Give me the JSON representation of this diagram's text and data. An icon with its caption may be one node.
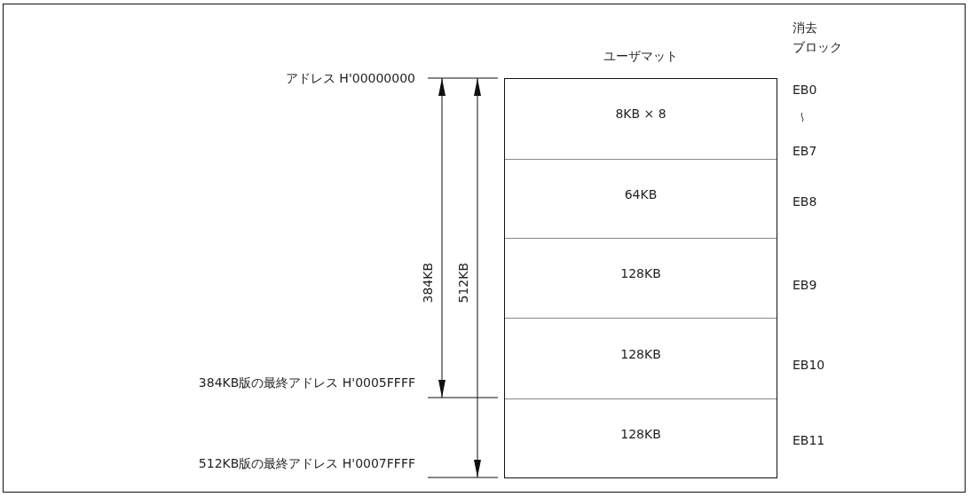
{
  "diagram": {
    "nodes": [
      {
        "text": [
          "ユーザマット"
        ]
      },
      {
        "text": [
          "8KB × 8"
        ],
        "in": 0
      },
      {
        "text": [
          "64KB"
        ],
        "in": 0,
        "beside": [
          "EB8"
        ]
      },
      {
        "text": [
          "128KB"
        ],
        "in": 0,
        "beside": [
          "EB9"
        ]
      },
      {
        "text": [
          "128KB"
        ],
        "in": 0,
        "beside": [
          "EB10"
        ]
      },
      {
        "text": [
          "128KB"
        ],
        "in": 0,
        "beside": [
          "EB11"
        ]
      }
    ],
    "edges": [],
    "labels": [
      "消去ブロック",
      "アドレス H'00000000",
      "EB0",
      "EB7",
      "384KB",
      "512KB",
      "384KB版の最終アドレス H'0005FFFF",
      "512KB版の最終アドレス H'0007FFFF"
    ]
  }
}
